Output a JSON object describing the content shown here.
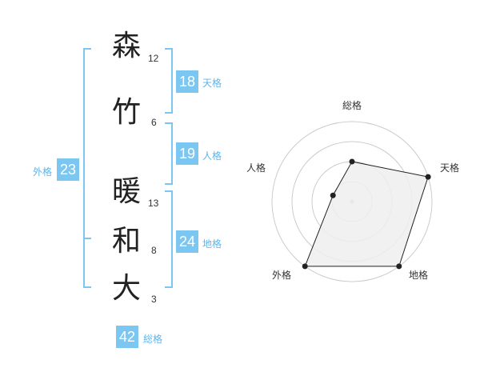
{
  "name": {
    "characters": [
      {
        "char": "森",
        "strokes": "12"
      },
      {
        "char": "竹",
        "strokes": "6"
      },
      {
        "char": "暖",
        "strokes": "13"
      },
      {
        "char": "和",
        "strokes": "8"
      },
      {
        "char": "大",
        "strokes": "3"
      }
    ]
  },
  "fortune": {
    "tenkaku": {
      "value": "18",
      "label": "天格"
    },
    "jinkaku": {
      "value": "19",
      "label": "人格"
    },
    "chikaku": {
      "value": "24",
      "label": "地格"
    },
    "gaikaku": {
      "value": "23",
      "label": "外格"
    },
    "soukaku": {
      "value": "42",
      "label": "総格"
    }
  },
  "colors": {
    "accent": "#7cc7f2",
    "accent_text": "#5cb6ec",
    "grid": "#cccccc",
    "fill": "#eeeeee"
  },
  "chart_data": {
    "type": "radar",
    "axes": [
      "総格",
      "天格",
      "地格",
      "外格",
      "人格"
    ],
    "levels": 4,
    "max": 4,
    "values": [
      2,
      4,
      4,
      4,
      1
    ]
  }
}
